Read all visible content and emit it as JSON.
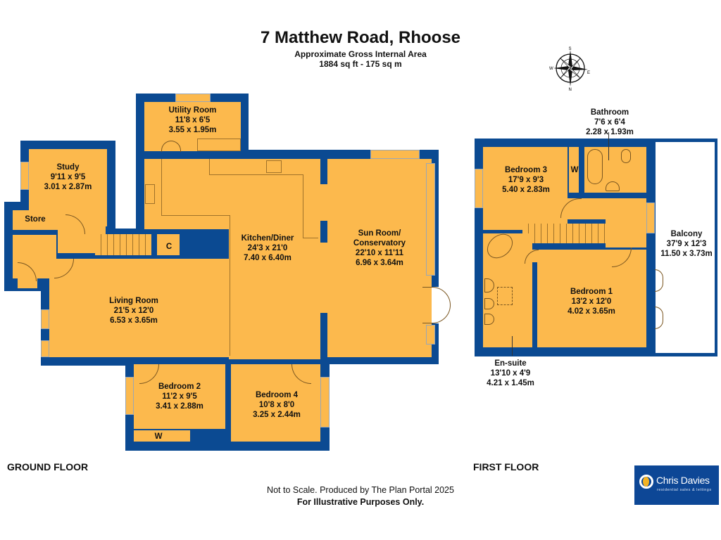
{
  "header": {
    "title": "7 Matthew Road, Rhoose",
    "subtitle": "Approximate Gross Internal Area",
    "area": "1884 sq ft - 175 sq m"
  },
  "compass": {
    "icon": "compass-rose-icon",
    "north": "N",
    "south": "S",
    "east": "E",
    "west": "W"
  },
  "ground_floor": {
    "label": "GROUND FLOOR",
    "rooms": [
      {
        "name": "Utility Room",
        "imperial": "11'8 x 6'5",
        "metric": "3.55 x 1.95m"
      },
      {
        "name": "Study",
        "imperial": "9'11 x 9'5",
        "metric": "3.01 x 2.87m"
      },
      {
        "name": "Store"
      },
      {
        "name": "C"
      },
      {
        "name": "Kitchen/Diner",
        "imperial": "24'3 x 21'0",
        "metric": "7.40 x 6.40m"
      },
      {
        "name_line1": "Sun Room/",
        "name_line2": "Conservatory",
        "imperial": "22'10 x 11'11",
        "metric": "6.96 x 3.64m"
      },
      {
        "name": "Living Room",
        "imperial": "21'5 x 12'0",
        "metric": "6.53 x 3.65m"
      },
      {
        "name": "Bedroom 2",
        "imperial": "11'2 x 9'5",
        "metric": "3.41 x 2.88m"
      },
      {
        "name": "Bedroom 4",
        "imperial": "10'8 x 8'0",
        "metric": "3.25 x 2.44m"
      }
    ],
    "wardrobe": "W"
  },
  "first_floor": {
    "label": "FIRST FLOOR",
    "rooms": [
      {
        "name": "Bathroom",
        "imperial": "7'6 x 6'4",
        "metric": "2.28 x 1.93m"
      },
      {
        "name": "Bedroom 3",
        "imperial": "17'9 x 9'3",
        "metric": "5.40 x 2.83m"
      },
      {
        "name": "Balcony",
        "imperial": "37'9 x 12'3",
        "metric": "11.50 x 3.73m"
      },
      {
        "name": "Bedroom 1",
        "imperial": "13'2 x 12'0",
        "metric": "4.02 x 3.65m"
      },
      {
        "name": "En-suite",
        "imperial": "13'10 x 4'9",
        "metric": "4.21 x 1.45m"
      }
    ],
    "wardrobe": "W"
  },
  "footer": {
    "line1": "Not to Scale. Produced by The Plan Portal 2025",
    "line2": "For Illustrative Purposes Only."
  },
  "logo": {
    "name": "Chris Davies",
    "tagline": "residential sales & lettings",
    "brand_color": "#0d4796",
    "accent_color": "#f4b324"
  },
  "colors": {
    "wall": "#0b4a92",
    "room_fill": "#fcb94d"
  }
}
